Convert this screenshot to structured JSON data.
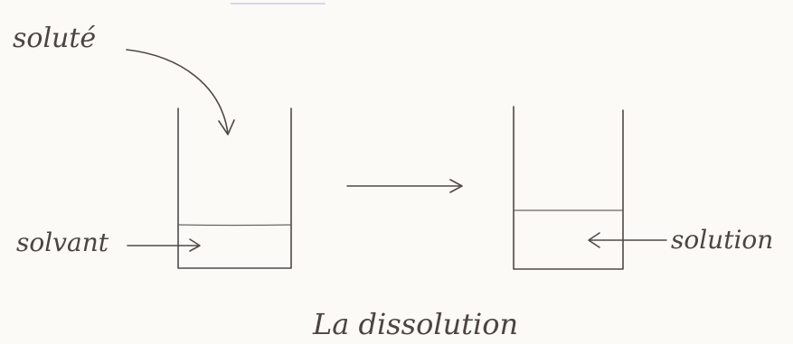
{
  "labels": {
    "solute": "soluté",
    "solvent": "solvant",
    "solution": "solution",
    "caption": "La dissolution"
  }
}
